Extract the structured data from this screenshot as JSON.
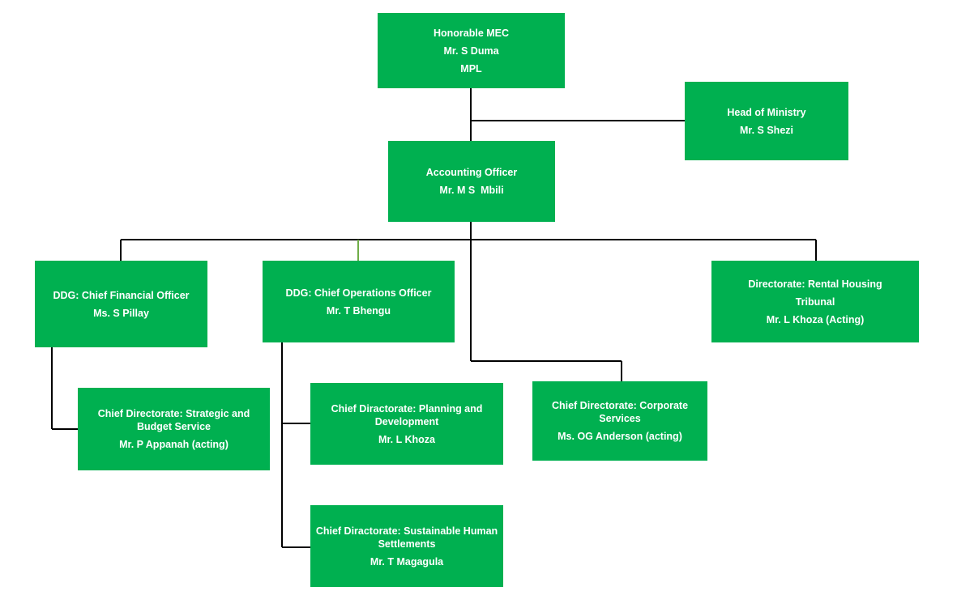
{
  "org_chart": {
    "mec": {
      "l1": "Honorable MEC",
      "l2": "Mr. S Duma",
      "l3": "MPL"
    },
    "head_of_ministry": {
      "title": "Head of Ministry",
      "name": "Mr. S Shezi"
    },
    "accounting_officer": {
      "title": "Accounting Officer",
      "name": "Mr. M S  Mbili"
    },
    "cfo": {
      "title": "DDG: Chief Financial Officer",
      "name": "Ms. S Pillay"
    },
    "coo": {
      "title": "DDG: Chief Operations Officer",
      "name": "Mr. T Bhengu"
    },
    "rental": {
      "l1": "Directorate: Rental Housing",
      "l2": "Tribunal",
      "l3": "Mr. L Khoza (Acting)"
    },
    "strategic_budget": {
      "title": "Chief Directorate: Strategic and Budget Service",
      "name": "Mr. P Appanah (acting)"
    },
    "planning": {
      "title": "Chief Diractorate: Planning and Development",
      "name": "Mr. L Khoza"
    },
    "corporate": {
      "title": "Chief Directorate: Corporate Services",
      "name": "Ms. OG Anderson (acting)"
    },
    "sustainable": {
      "title": "Chief Diractorate: Sustainable Human Settlements",
      "name": "Mr. T Magagula"
    }
  },
  "colors": {
    "box_fill": "#00b050",
    "box_text": "#ffffff",
    "connector": "#000000",
    "connector_accent": "#70ad47"
  }
}
